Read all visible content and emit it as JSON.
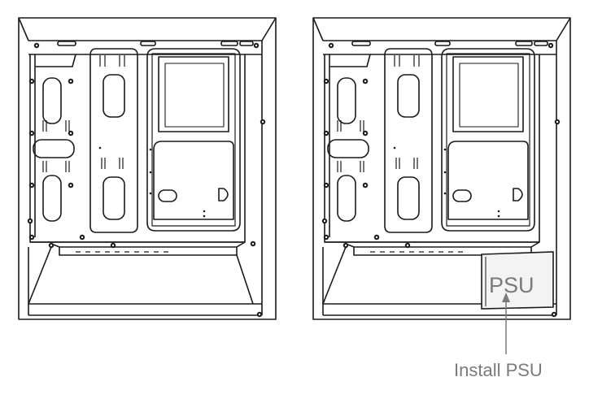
{
  "diagram": {
    "panels": [
      {
        "name": "case-before"
      },
      {
        "name": "case-after-with-psu"
      }
    ],
    "psu_label": "PSU",
    "callout_text": "Install PSU",
    "colors": {
      "line": "#1a1a1a",
      "psu_fill": "#f3f3f3",
      "label": "#7a7a7a"
    }
  }
}
